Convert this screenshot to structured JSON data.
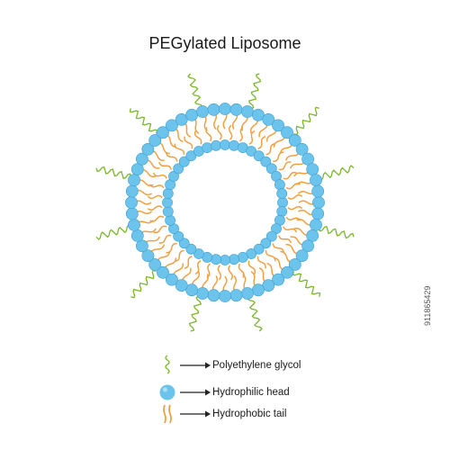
{
  "title": "PEGylated Liposome",
  "legend": [
    {
      "icon": "peg-chain-icon",
      "label": "Polyethylene glycol"
    },
    {
      "icon": "hydrophilic-head-icon",
      "label": "Hydrophilic head"
    },
    {
      "icon": "hydrophobic-tail-icon",
      "label": "Hydrophobic tail"
    }
  ],
  "colors": {
    "head": "#6cc4ec",
    "head_edge": "#3e9fd0",
    "tail": "#f0a043",
    "peg": "#7ab82b",
    "arrow": "#222222"
  },
  "stock_id": "911865429"
}
